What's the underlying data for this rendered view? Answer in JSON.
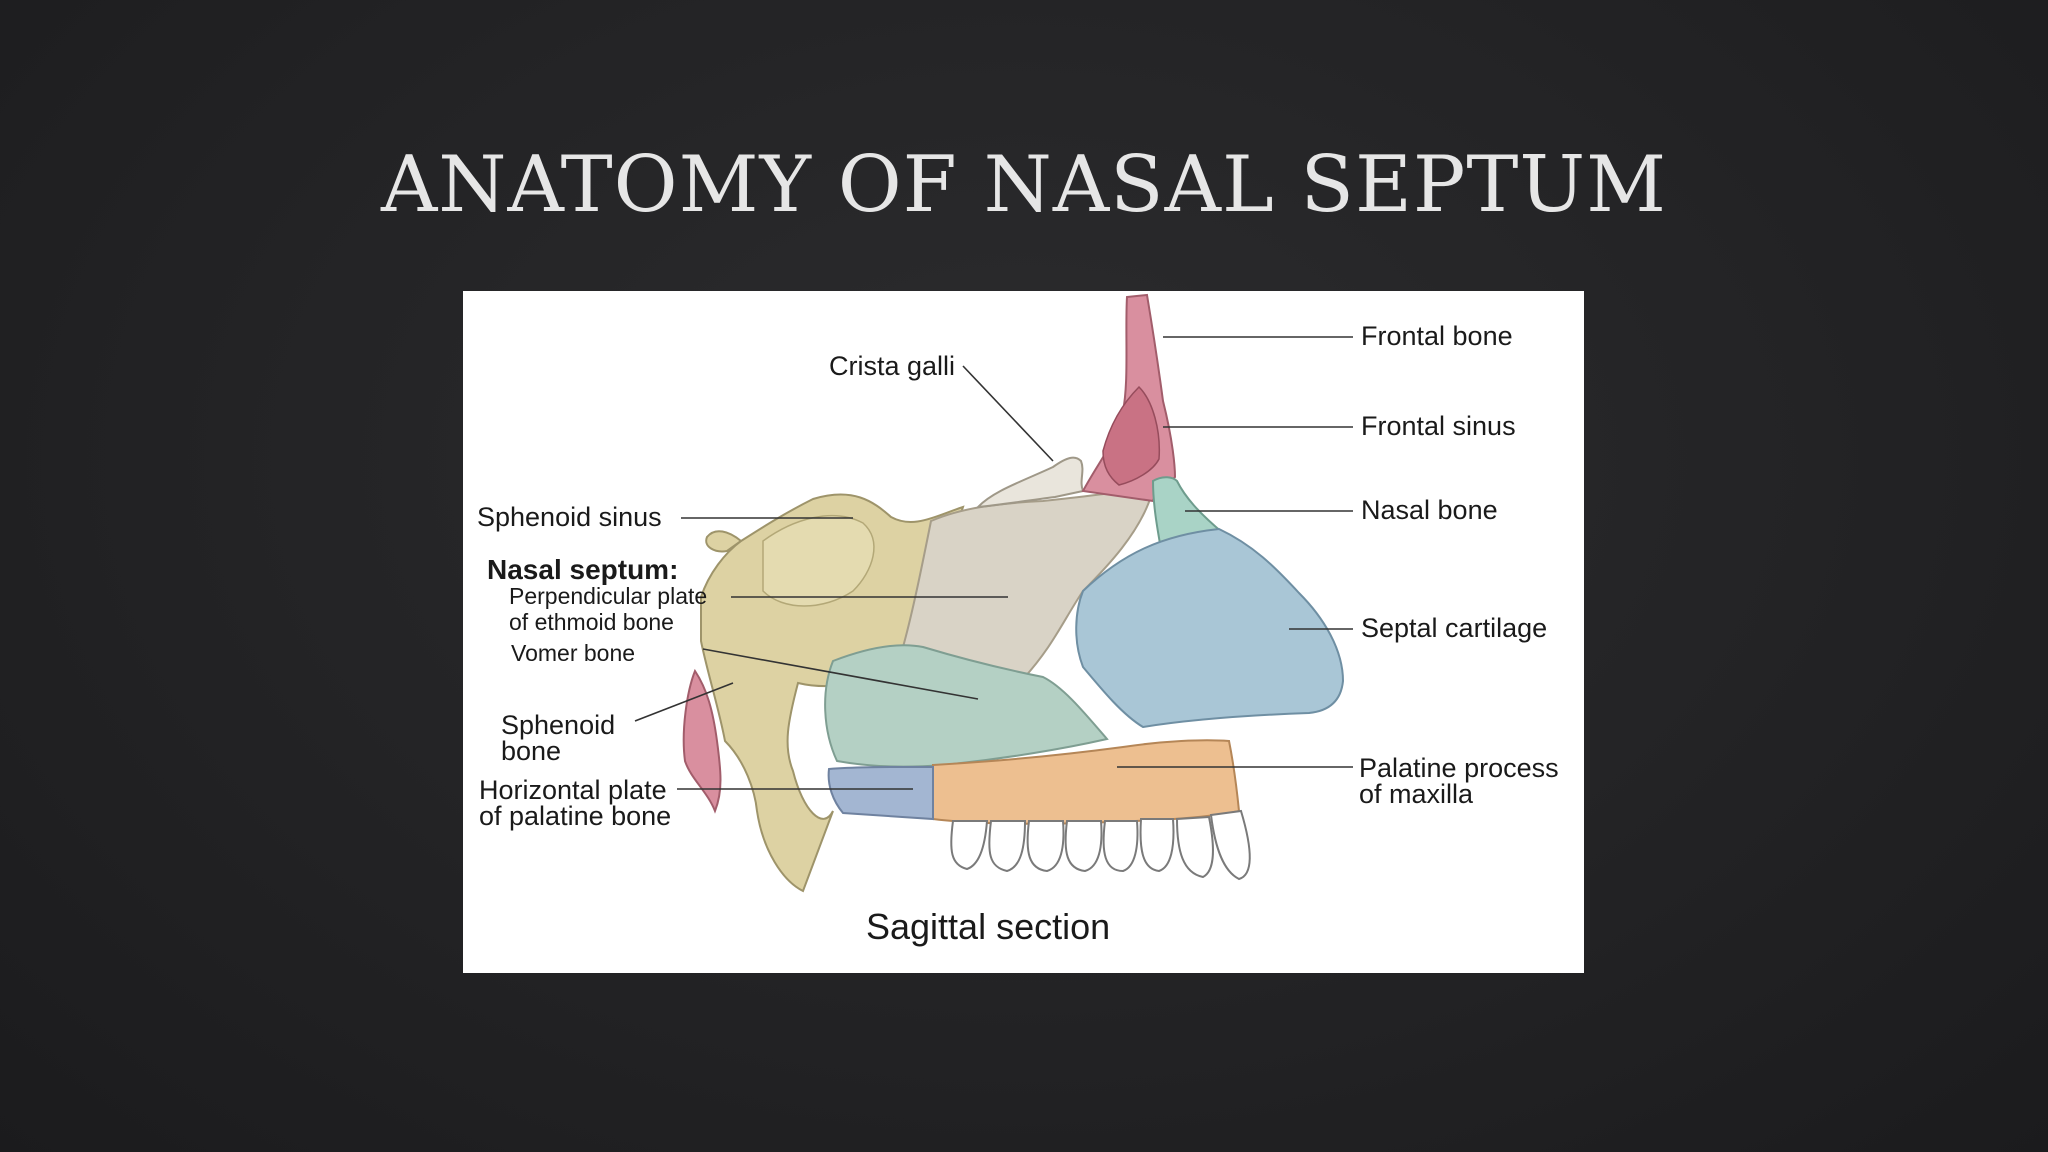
{
  "slide": {
    "title": "ANATOMY OF NASAL SEPTUM"
  },
  "diagram": {
    "caption": "Sagittal section",
    "labels": {
      "crista_galli": "Crista galli",
      "frontal_bone": "Frontal bone",
      "frontal_sinus": "Frontal sinus",
      "nasal_bone": "Nasal bone",
      "sphenoid_sinus": "Sphenoid sinus",
      "nasal_septum": "Nasal septum:",
      "perpendicular_plate_1": "Perpendicular plate",
      "perpendicular_plate_2": "of ethmoid bone",
      "vomer_bone": "Vomer bone",
      "septal_cartilage": "Septal cartilage",
      "sphenoid_bone_1": "Sphenoid",
      "sphenoid_bone_2": "bone",
      "horizontal_plate_1": "Horizontal plate",
      "horizontal_plate_2": "of palatine bone",
      "palatine_process_1": "Palatine process",
      "palatine_process_2": "of maxilla"
    },
    "colors": {
      "frontal_bone": "#d98f9f",
      "frontal_sinus": "#c97284",
      "nasal_bone": "#a9d3c6",
      "sphenoid": "#ddd2a3",
      "ethmoid_plate": "#d9d3c6",
      "vomer": "#b4d0c4",
      "septal_cartilage": "#a9c6d6",
      "maxilla": "#edbf90",
      "palatine": "#a3b6d2",
      "teeth": "#ffffff"
    }
  }
}
